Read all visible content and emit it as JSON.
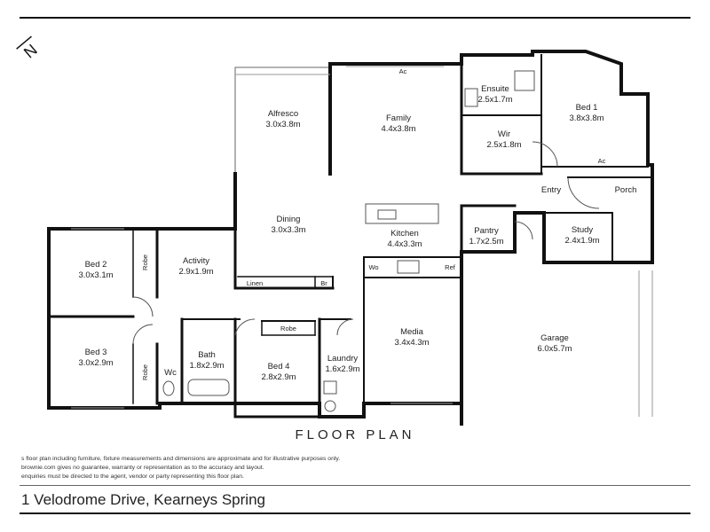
{
  "plan": {
    "title": "FLOOR PLAN",
    "compass_label": "N",
    "rooms": [
      {
        "key": "alfresco",
        "name": "Alfresco",
        "dims": "3.0x3.8m"
      },
      {
        "key": "family",
        "name": "Family",
        "dims": "4.4x3.8m"
      },
      {
        "key": "ensuite",
        "name": "Ensuite",
        "dims": "2.5x1.7m"
      },
      {
        "key": "bed1",
        "name": "Bed 1",
        "dims": "3.8x3.8m"
      },
      {
        "key": "wir",
        "name": "Wir",
        "dims": "2.5x1.8m"
      },
      {
        "key": "dining",
        "name": "Dining",
        "dims": "3.0x3.3m"
      },
      {
        "key": "kitchen",
        "name": "Kitchen",
        "dims": "4.4x3.3m"
      },
      {
        "key": "pantry",
        "name": "Pantry",
        "dims": "1.7x2.5m"
      },
      {
        "key": "study",
        "name": "Study",
        "dims": "2.4x1.9m"
      },
      {
        "key": "bed2",
        "name": "Bed 2",
        "dims": "3.0x3.1m"
      },
      {
        "key": "activity",
        "name": "Activity",
        "dims": "2.9x1.9m"
      },
      {
        "key": "bed3",
        "name": "Bed 3",
        "dims": "3.0x2.9m"
      },
      {
        "key": "bath",
        "name": "Bath",
        "dims": "1.8x2.9m"
      },
      {
        "key": "bed4",
        "name": "Bed 4",
        "dims": "2.8x2.9m"
      },
      {
        "key": "laundry",
        "name": "Laundry",
        "dims": "1.6x2.9m"
      },
      {
        "key": "media",
        "name": "Media",
        "dims": "3.4x4.3m"
      },
      {
        "key": "garage",
        "name": "Garage",
        "dims": "6.0x5.7m"
      }
    ],
    "small_labels": {
      "entry": "Entry",
      "porch": "Porch",
      "wc": "Wc",
      "robe": "Robe",
      "linen": "Linen",
      "br": "Br",
      "wo": "Wo",
      "ref": "Ref",
      "ac": "Ac"
    }
  },
  "disclaimer": {
    "line1": "s floor plan including furniture, fixture measurements and dimensions are approximate and for illustrative purposes only.",
    "line2": "brownie.com gives no guarantee, warranty or representation as to the accuracy and layout.",
    "line3": "enquiries must be directed to the agent, vendor or party representing this floor plan."
  },
  "address": "1 Velodrome Drive, Kearneys Spring"
}
